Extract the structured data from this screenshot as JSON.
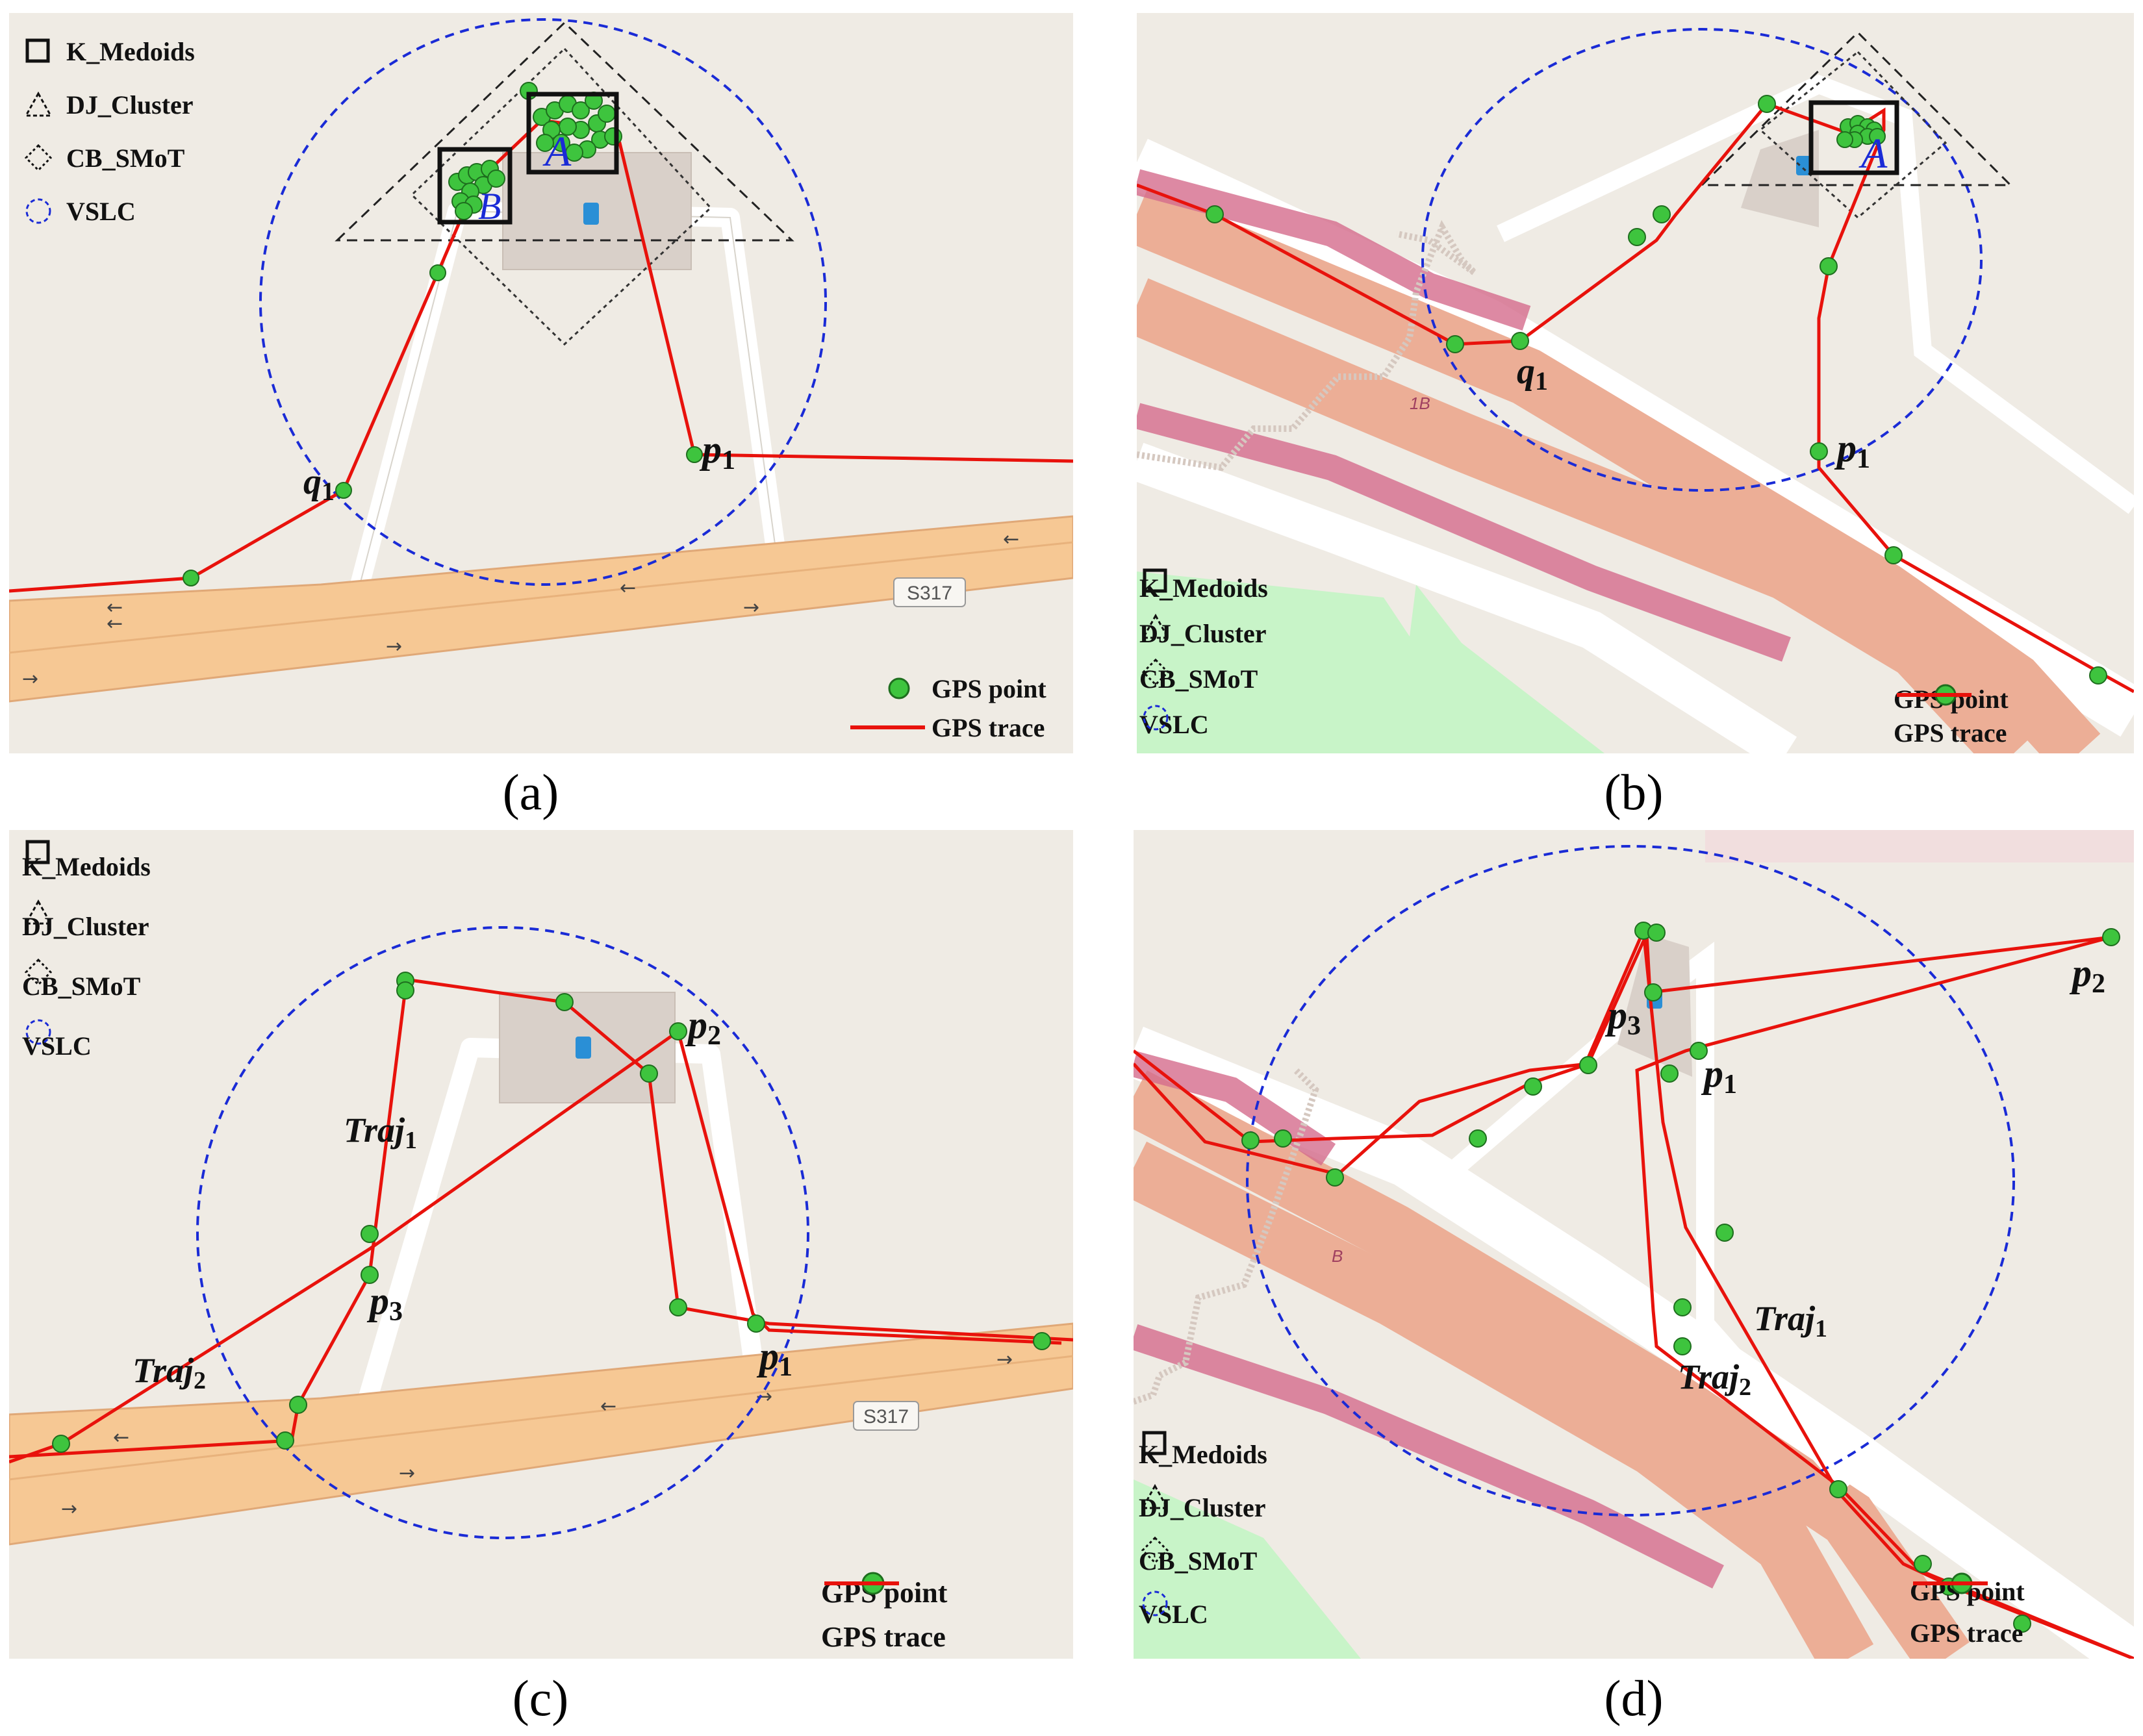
{
  "legend": {
    "k_medoids": "K_Medoids",
    "dj_cluster": "DJ_Cluster",
    "cb_smot": "CB_SMoT",
    "vslc": "VSLC",
    "gps_point": "GPS point",
    "gps_trace": "GPS trace"
  },
  "colors": {
    "trace": "#e8120c",
    "point": "#3ec43e",
    "vslc": "#1a2bd6",
    "road_major": "#f6c28e",
    "road_motorway": "#d9758f",
    "map_bg": "#efebe4"
  },
  "road_labels": {
    "s317": "S317",
    "r1b": "1B",
    "rb": "B"
  },
  "panels": {
    "a": {
      "caption": "(a)",
      "labels": {
        "A": "A",
        "B": "B",
        "q": "q",
        "q_sub": "1",
        "p": "p",
        "p_sub": "1"
      }
    },
    "b": {
      "caption": "(b)",
      "labels": {
        "A": "A",
        "q": "q",
        "q_sub": "1",
        "p": "p",
        "p_sub": "1"
      }
    },
    "c": {
      "caption": "(c)",
      "labels": {
        "p2": "p",
        "p2_sub": "2",
        "p1": "p",
        "p1_sub": "1",
        "p3": "p",
        "p3_sub": "3",
        "traj1": "Traj",
        "traj1_sub": "1",
        "traj2": "Traj",
        "traj2_sub": "2"
      }
    },
    "d": {
      "caption": "(d)",
      "labels": {
        "p2": "p",
        "p2_sub": "2",
        "p3": "p",
        "p3_sub": "3",
        "p1": "p",
        "p1_sub": "1",
        "traj1": "Traj",
        "traj1_sub": "1",
        "traj2": "Traj",
        "traj2_sub": "2"
      }
    }
  }
}
